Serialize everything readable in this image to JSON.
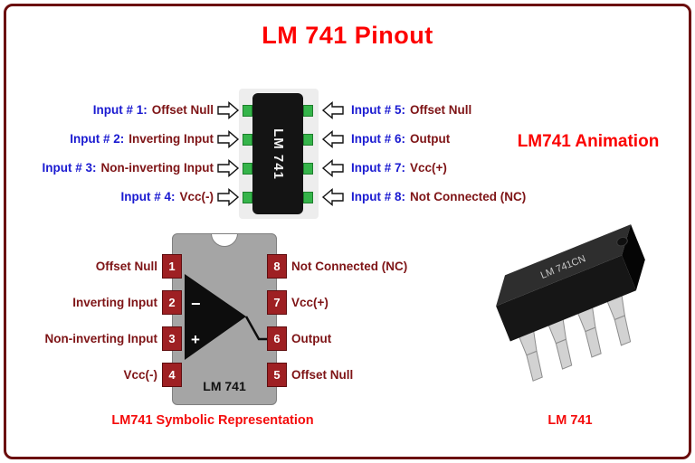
{
  "title": "LM 741 Pinout",
  "animation_label": "LM741 Animation",
  "top_pinout": {
    "chip_label": "LM 741",
    "left_pins": [
      {
        "prefix": "Input # 1:",
        "label": "Offset Null"
      },
      {
        "prefix": "Input # 2:",
        "label": "Inverting Input"
      },
      {
        "prefix": "Input # 3:",
        "label": "Non-inverting Input"
      },
      {
        "prefix": "Input # 4:",
        "label": "Vcc(-)"
      }
    ],
    "right_pins": [
      {
        "prefix": "Input # 5:",
        "label": "Offset Null"
      },
      {
        "prefix": "Input # 6:",
        "label": "Output"
      },
      {
        "prefix": "Input # 7:",
        "label": "Vcc(+)"
      },
      {
        "prefix": "Input # 8:",
        "label": "Not Connected (NC)"
      }
    ]
  },
  "symbolic": {
    "caption": "LM741 Symbolic Representation",
    "chip_label": "LM 741",
    "opamp_minus": "−",
    "opamp_plus": "+",
    "left_pins": [
      {
        "number": "1",
        "label": "Offset Null"
      },
      {
        "number": "2",
        "label": "Inverting Input"
      },
      {
        "number": "3",
        "label": "Non-inverting Input"
      },
      {
        "number": "4",
        "label": "Vcc(-)"
      }
    ],
    "right_pins": [
      {
        "number": "8",
        "label": "Not Connected (NC)"
      },
      {
        "number": "7",
        "label": "Vcc(+)"
      },
      {
        "number": "6",
        "label": "Output"
      },
      {
        "number": "5",
        "label": "Offset Null"
      }
    ]
  },
  "photo": {
    "caption": "LM 741",
    "marking": "LM 741CN"
  },
  "colors": {
    "frame_border": "#6b0d0d",
    "title_red": "#fd0000",
    "label_blue": "#1a1ad1",
    "label_maroon": "#7e1416",
    "pin_green": "#35b44a",
    "chip_black": "#141414",
    "body_gray": "#a5a5a5",
    "pin_box_red": "#9e2023"
  }
}
